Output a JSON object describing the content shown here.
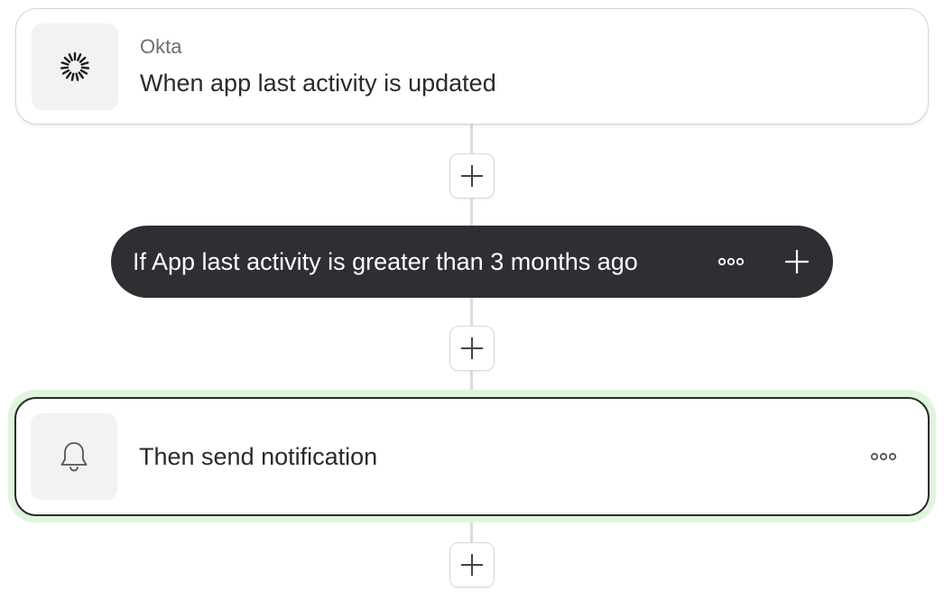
{
  "trigger": {
    "provider": "Okta",
    "title": "When app last activity is updated",
    "icon": "okta-logo-icon"
  },
  "condition": {
    "text": "If App last activity is greater than 3 months ago",
    "more_icon": "more-dots-icon",
    "add_icon": "plus-icon"
  },
  "action": {
    "title": "Then send notification",
    "icon": "bell-icon",
    "more_icon": "more-dots-icon",
    "highlight_color": "#dff5dc"
  },
  "add_step_icon": "plus-icon",
  "colors": {
    "pill_background": "#2e2f33",
    "connector": "#dcdcdc",
    "action_border": "#2b2b2b"
  }
}
